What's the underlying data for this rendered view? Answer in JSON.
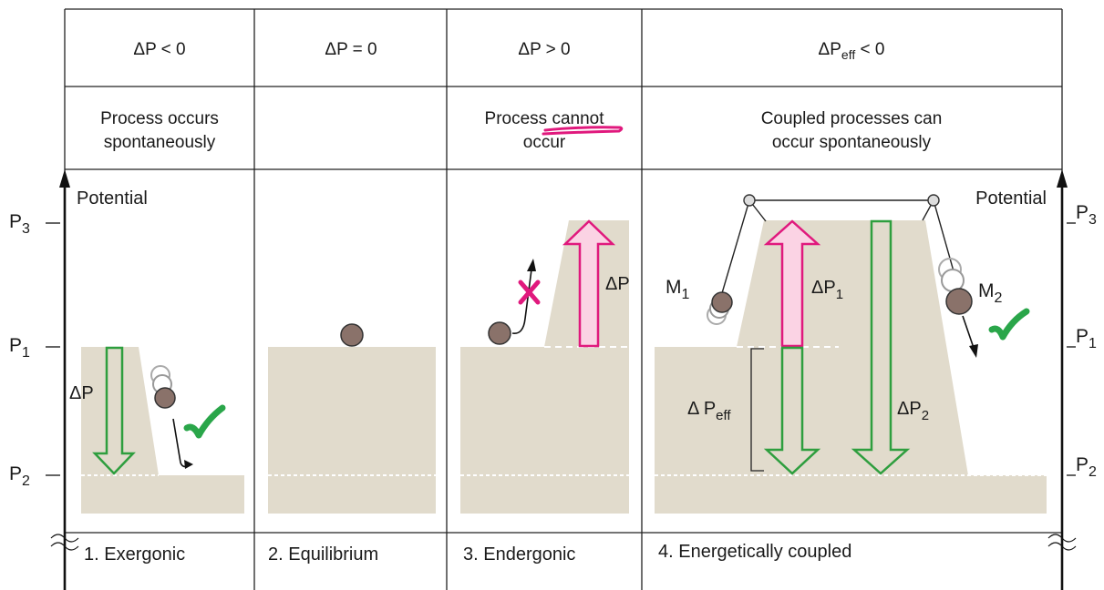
{
  "headers": {
    "col1": "ΔP < 0",
    "col2": "ΔP = 0",
    "col3": "ΔP > 0",
    "col4_base": "ΔP",
    "col4_sub": "eff",
    "col4_rest": " < 0"
  },
  "descriptions": {
    "col1_line1": "Process occurs",
    "col1_line2": "spontaneously",
    "col3_line1_a": "Process ",
    "col3_line1_b": "cannot",
    "col3_line2": "occur",
    "col4_line1": "Coupled processes can",
    "col4_line2": "occur spontaneously"
  },
  "axis": {
    "potential_left": "Potential",
    "potential_right": "Potential",
    "levels": [
      {
        "base": "P",
        "sub": "3"
      },
      {
        "base": "P",
        "sub": "1"
      },
      {
        "base": "P",
        "sub": "2"
      }
    ]
  },
  "panels": {
    "p1_label": "1. Exergonic",
    "p2_label": "2. Equilibrium",
    "p3_label": "3. Endergonic",
    "p4_label": "4. Energetically coupled"
  },
  "arrows": {
    "dp1": "ΔP",
    "dp3": "ΔP",
    "dp1_coupled_base": "ΔP",
    "dp1_coupled_sub": "1",
    "dp2_coupled_base": "ΔP",
    "dp2_coupled_sub": "2",
    "dpeff_base": "Δ P",
    "dpeff_sub": "eff"
  },
  "masses": {
    "m1_base": "M",
    "m1_sub": "1",
    "m2_base": "M",
    "m2_sub": "2"
  },
  "colors": {
    "ground": "#e1dbcc",
    "green": "#2e9e3e",
    "pink": "#e0197d",
    "pink_fill": "#fbd3e4",
    "ball": "#8a726a",
    "check": "#2aa64a"
  }
}
